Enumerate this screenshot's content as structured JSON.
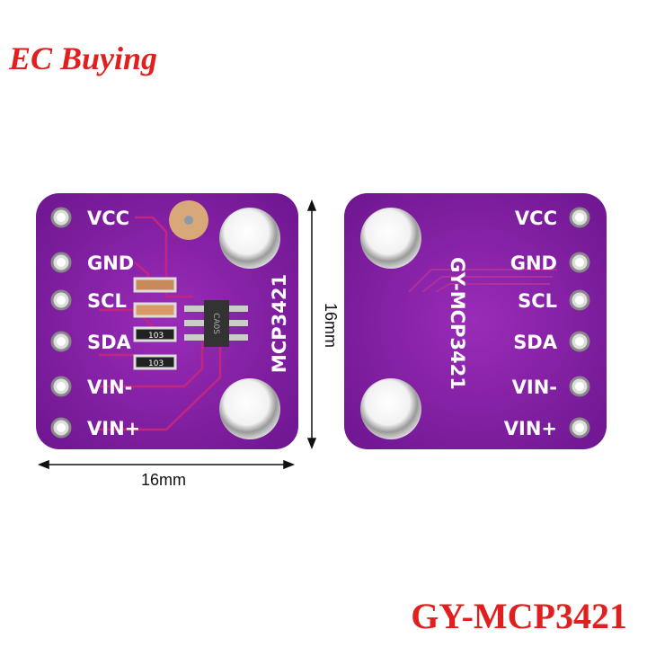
{
  "brand": "EC Buying",
  "model_label": "GY-MCP3421",
  "board_front": {
    "silkscreen_title": "MCP3421",
    "pins": [
      "VCC",
      "GND",
      "SCL",
      "SDA",
      "VIN-",
      "VIN+"
    ],
    "resistor_marking": "103",
    "chip_marking": "CA0S"
  },
  "board_back": {
    "silkscreen_title": "GY-MCP3421",
    "pins": [
      "VCC",
      "GND",
      "SCL",
      "SDA",
      "VIN-",
      "VIN+"
    ]
  },
  "dimensions": {
    "width": "16mm",
    "height": "16mm"
  },
  "colors": {
    "pcb": "#8a1fa8",
    "trace": "#c2267e",
    "accent_text": "#e0201e"
  }
}
